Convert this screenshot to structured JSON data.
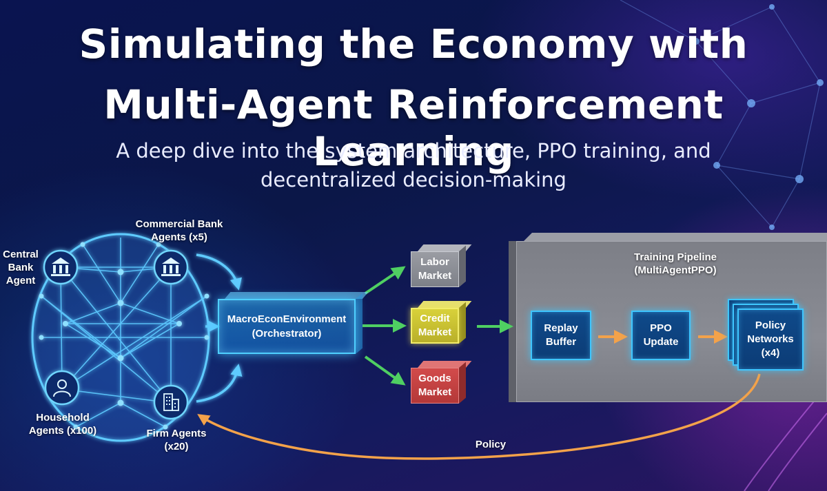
{
  "title": {
    "line1": "Simulating the Economy with",
    "line2": "Multi-Agent Reinforcement Learning"
  },
  "subtitle": {
    "line1": "A deep dive into the system architecture, PPO training, and",
    "line2": "decentralized decision-making"
  },
  "agents": {
    "central_bank": [
      "Central",
      "Bank",
      "Agent"
    ],
    "commercial_bank": [
      "Commercial Bank",
      "Agents (x5)"
    ],
    "household": [
      "Household",
      "Agents (x100)"
    ],
    "firm": [
      "Firm Agents",
      "(x20)"
    ]
  },
  "orchestrator": [
    "MacroEconEnvironment",
    "(Orchestrator)"
  ],
  "markets": {
    "labor": [
      "Labor",
      "Market"
    ],
    "credit": [
      "Credit",
      "Market"
    ],
    "goods": [
      "Goods",
      "Market"
    ]
  },
  "pipeline": {
    "title": [
      "Training Pipeline",
      "(MultiAgentPPO)"
    ],
    "replay": [
      "Replay",
      "Buffer"
    ],
    "ppo": [
      "PPO",
      "Update"
    ],
    "policy": [
      "Policy",
      "Networks",
      "(x4)"
    ]
  },
  "feedback_label": "Policy",
  "icons": {
    "central_bank": "bank-icon",
    "commercial_bank": "bank-icon",
    "household": "person-icon",
    "firm": "building-icon"
  },
  "colors": {
    "network": "#5ecbff",
    "market_arrow": "#4fcf62",
    "pipeline_arrow": "#f3a24a",
    "labor": "#8c8e96",
    "credit": "#cfc733",
    "goods": "#c84343"
  }
}
